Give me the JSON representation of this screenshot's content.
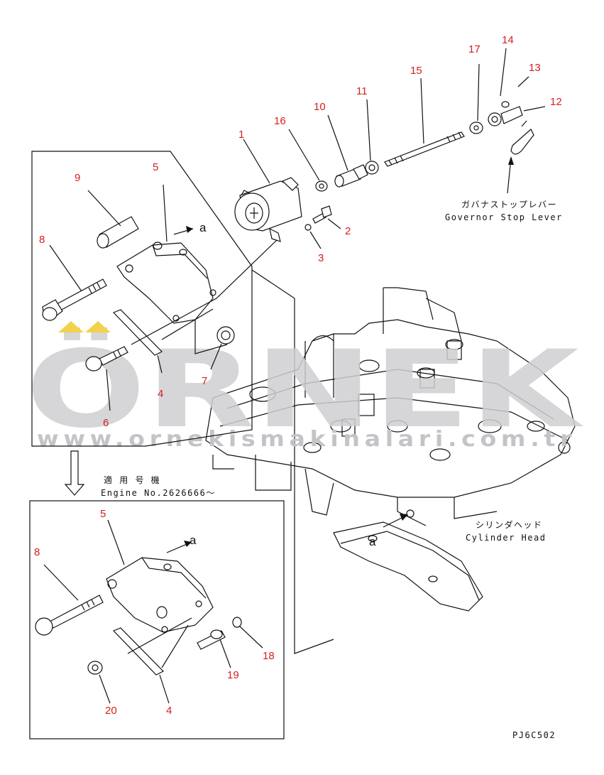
{
  "callouts": {
    "c1": "1",
    "c2": "2",
    "c3": "3",
    "c4_top": "4",
    "c5_top": "5",
    "c6": "6",
    "c7": "7",
    "c8_top": "8",
    "c9": "9",
    "c10": "10",
    "c11": "11",
    "c12": "12",
    "c13": "13",
    "c14": "14",
    "c15": "15",
    "c16": "16",
    "c17": "17",
    "c5_bot": "5",
    "c8_bot": "8",
    "c18": "18",
    "c19": "19",
    "c20": "20",
    "c4_bot": "4"
  },
  "labels": {
    "governor_jp": "ガバナストップレバー",
    "governor_en": "Governor Stop Lever",
    "cylinder_jp": "シリンダヘッド",
    "cylinder_en": "Cylinder Head",
    "engine_jp": "適 用 号 機",
    "engine_no": "Engine No.2626666〜",
    "arrow_a_top": "a",
    "arrow_a_bot": "a",
    "arrow_a_head": "a",
    "drawing_code": "PJ6C502"
  },
  "watermark": {
    "brand": "ÖRNEK",
    "url": "www.ornekismakinalari.com.tr"
  },
  "colors": {
    "callout": "#d42020",
    "watermark": "#cfcfd3",
    "watermark_accent": "#f2d24a"
  }
}
